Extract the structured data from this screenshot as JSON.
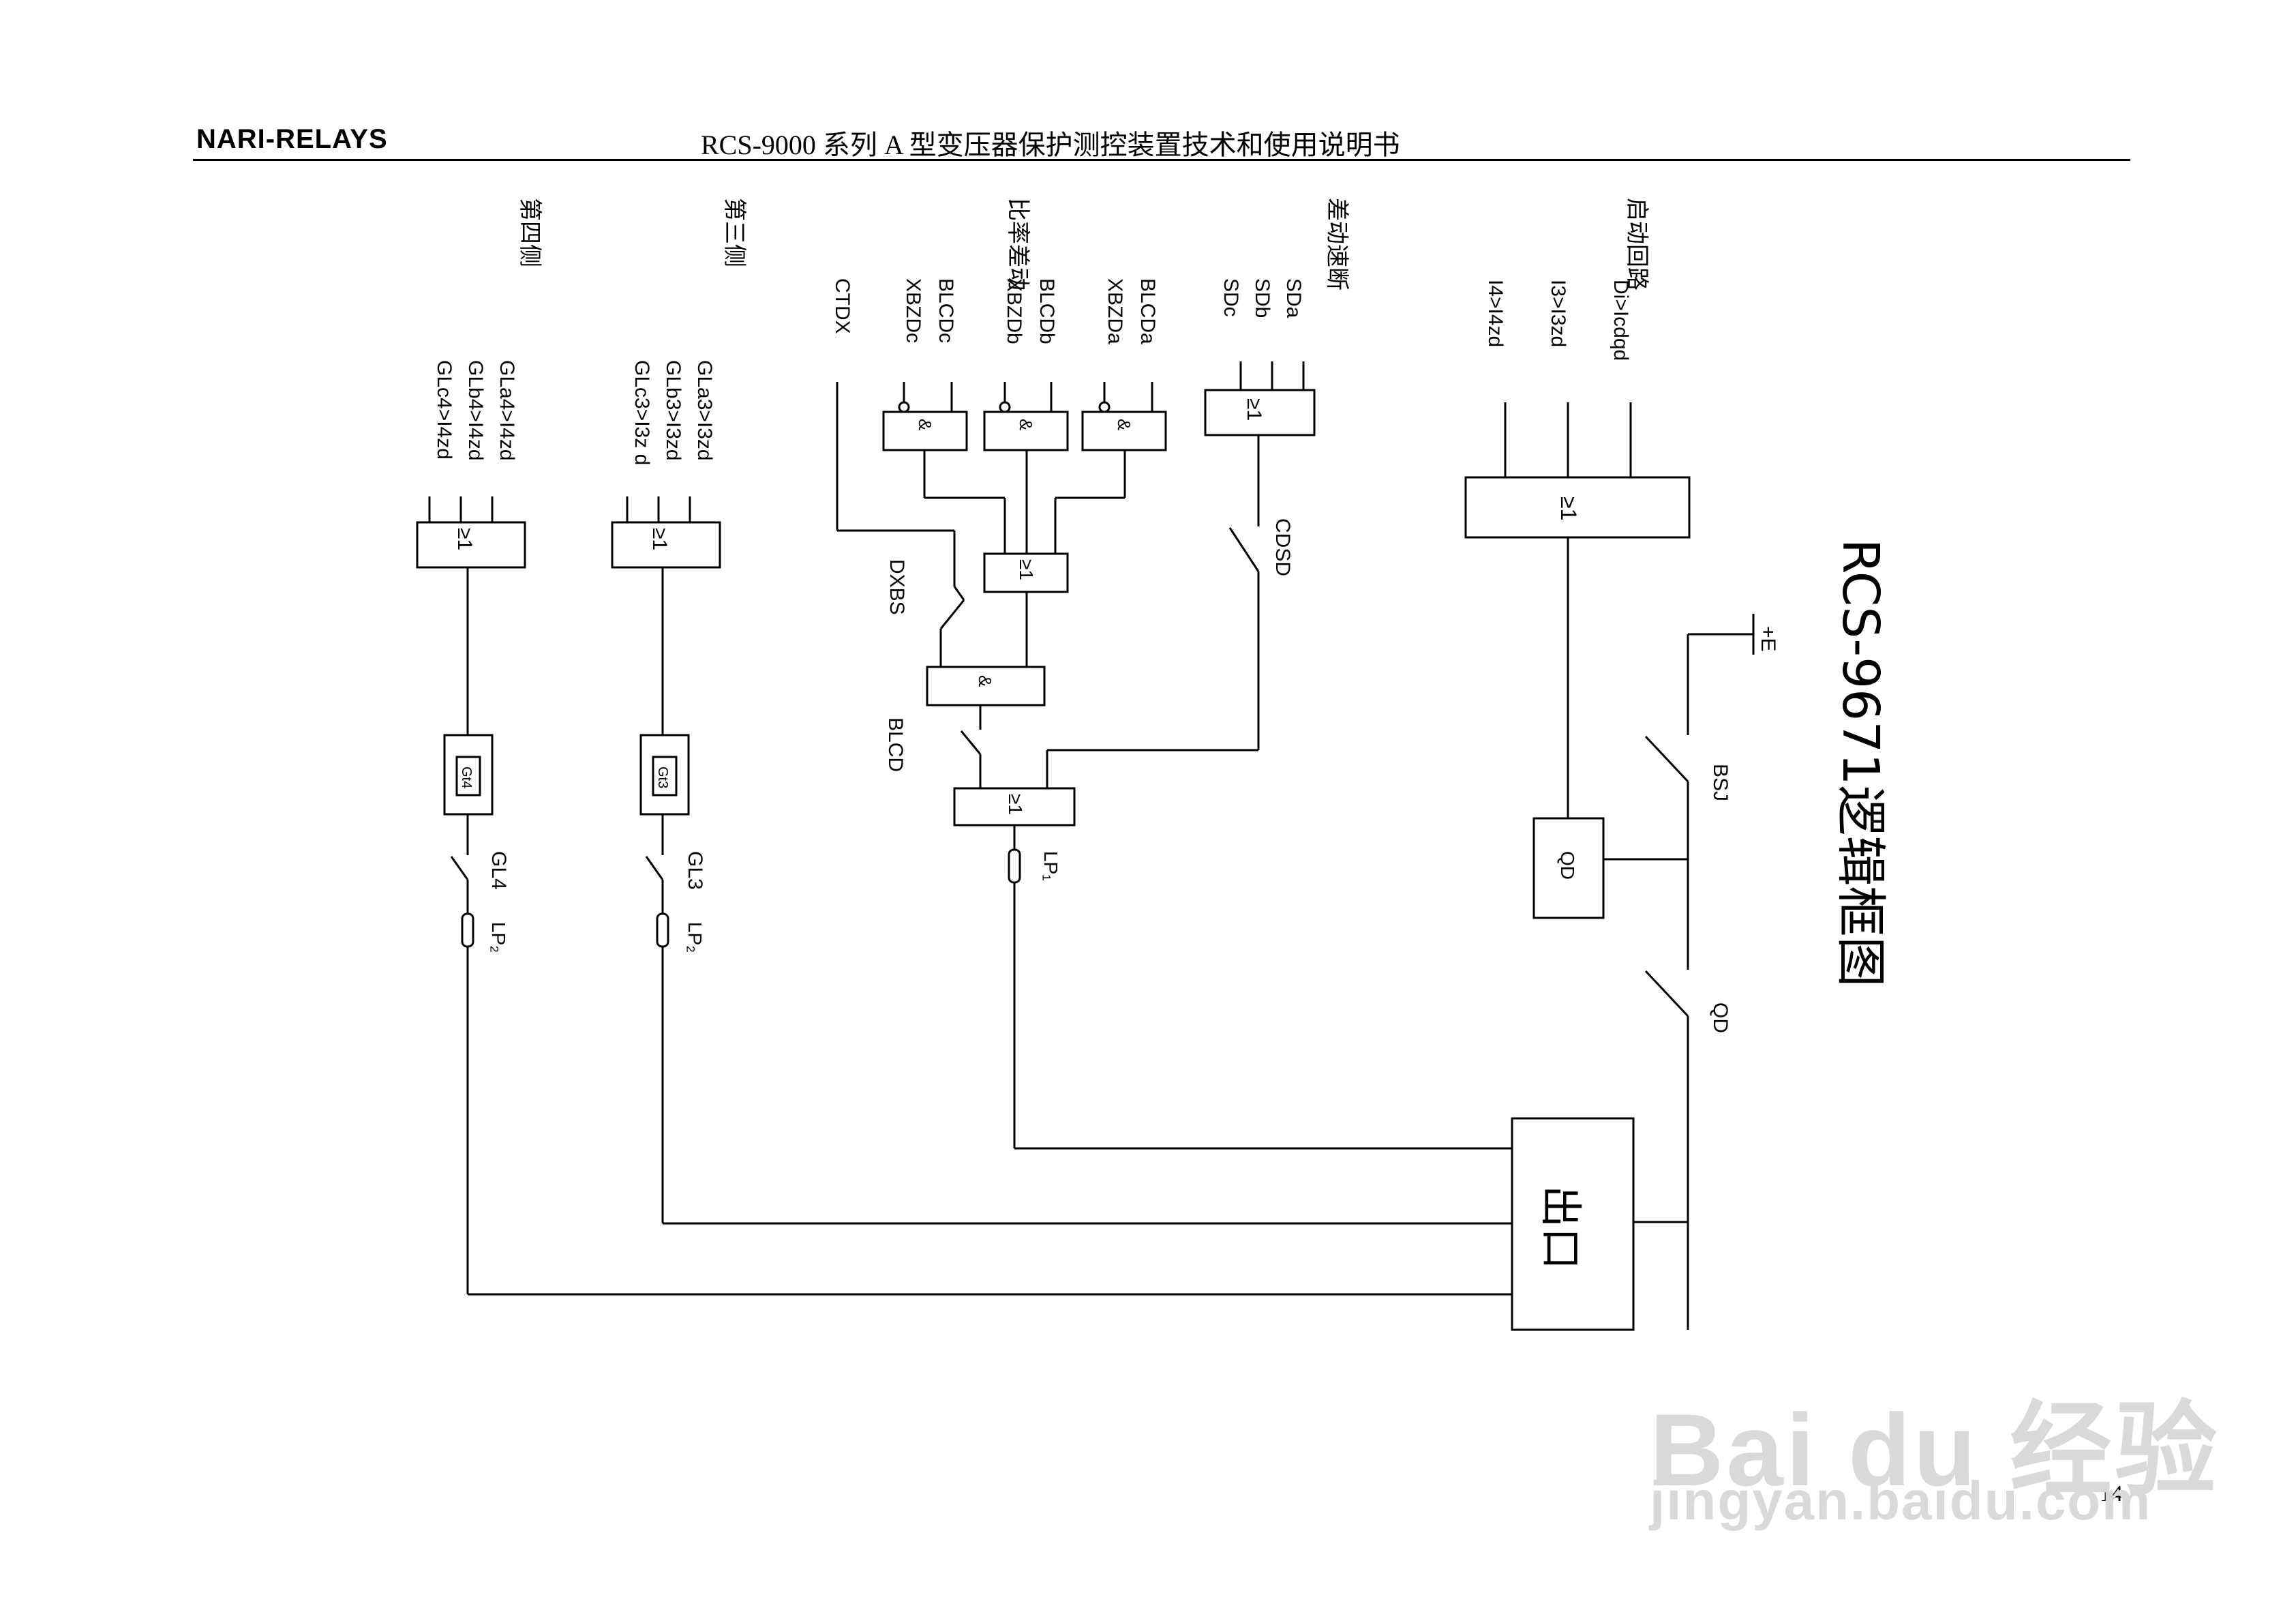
{
  "header": {
    "brand": "NARI-RELAYS",
    "title": "RCS-9000 系列 A 型变压器保护测控装置技术和使用说明书"
  },
  "page_number": "14",
  "watermark": {
    "line1": "Bai du 经验",
    "line2": "jingyan.baidu.com"
  },
  "diagram": {
    "title": "RCS-9671逻辑框图",
    "groups": {
      "startup": "启动回路",
      "diff_quick": "差动速断",
      "ratio_diff": "比率差动",
      "side3": "第三侧",
      "side4": "第四侧"
    },
    "signals": {
      "di": "Di>Icdqd",
      "i3": "I3>I3zd",
      "i4": "I4>I4zd",
      "sda": "SDa",
      "sdb": "SDb",
      "sdc": "SDc",
      "blcda": "BLCDa",
      "xbzda": "XBZDa",
      "blcdb": "BLCDb",
      "xbzdb": "XBZDb",
      "blcdc": "BLCDc",
      "xbzdc": "XBZDc",
      "ctdx": "CTDX",
      "gla3": "GLa3>I3zd",
      "glb3": "GLb3>I3zd",
      "glc3": "GLc3>I3z d",
      "gla4": "GLa4>I4zd",
      "glb4": "GLb4>I4zd",
      "glc4": "GLc4>I4zd"
    },
    "gates": {
      "or": "≥1",
      "and": "&"
    },
    "timers": {
      "gt3": "Gt3",
      "gt4": "Gt4"
    },
    "blocks": {
      "qd": "QD",
      "output": "出口"
    },
    "contacts": {
      "dxbs": "DXBS",
      "blcd": "BLCD",
      "cdsd": "CDSD",
      "lp1": "LP₁",
      "gl3": "GL3",
      "gl4": "GL4",
      "lp2_side3": "LP₂",
      "lp2_side4": "LP₂",
      "bsj": "BSJ",
      "qd": "QD",
      "plus_e": "+E"
    }
  }
}
